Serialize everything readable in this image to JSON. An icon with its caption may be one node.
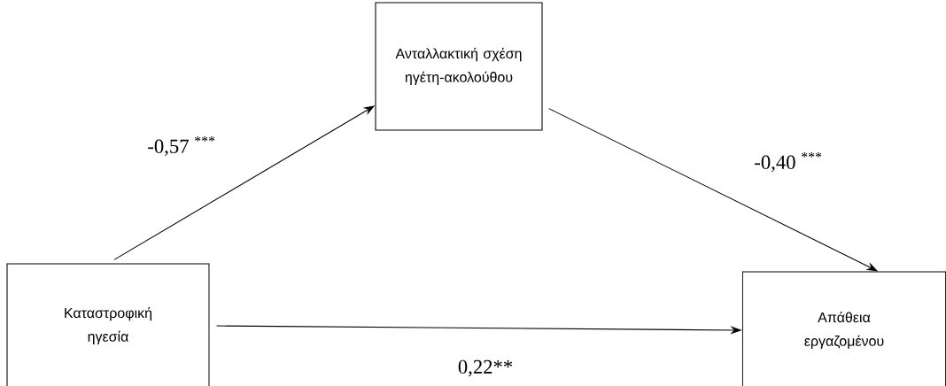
{
  "diagram": {
    "nodes": [
      {
        "text": [
          "Καταστροφική ηγεσία"
        ]
      },
      {
        "text": [
          "Ανταλλακτική σχέση ηγέτη-ακολούθου"
        ]
      },
      {
        "text": [
          "Απάθεια εργαζομένου"
        ]
      }
    ],
    "edges": [
      {
        "from": 0,
        "to": 1,
        "arrow": "to",
        "label": "-0,57 $^{***}$"
      },
      {
        "from": 1,
        "to": 2,
        "arrow": "to",
        "label": "-0,40 $^{***}$"
      },
      {
        "from": 0,
        "to": 2,
        "arrow": "to",
        "label": "0,22**"
      }
    ]
  }
}
